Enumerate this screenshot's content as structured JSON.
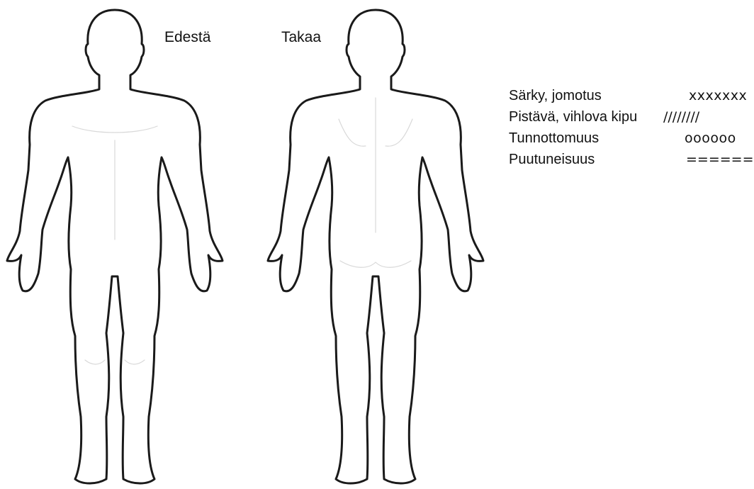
{
  "views": {
    "front": "Edestä",
    "back": "Takaa"
  },
  "legend": [
    {
      "label": "Särky, jomotus",
      "symbol": "xxxxxxx"
    },
    {
      "label": "Pistävä, vihlova kipu",
      "symbol": "////////"
    },
    {
      "label": "Tunnottomuus",
      "symbol": "oooooo"
    },
    {
      "label": "Puutuneisuus",
      "symbol": "======="
    }
  ],
  "colors": {
    "outline": "#1a1a1a",
    "background": "#ffffff"
  },
  "icons": {
    "front_figure": "human-body-front-outline",
    "back_figure": "human-body-back-outline"
  }
}
